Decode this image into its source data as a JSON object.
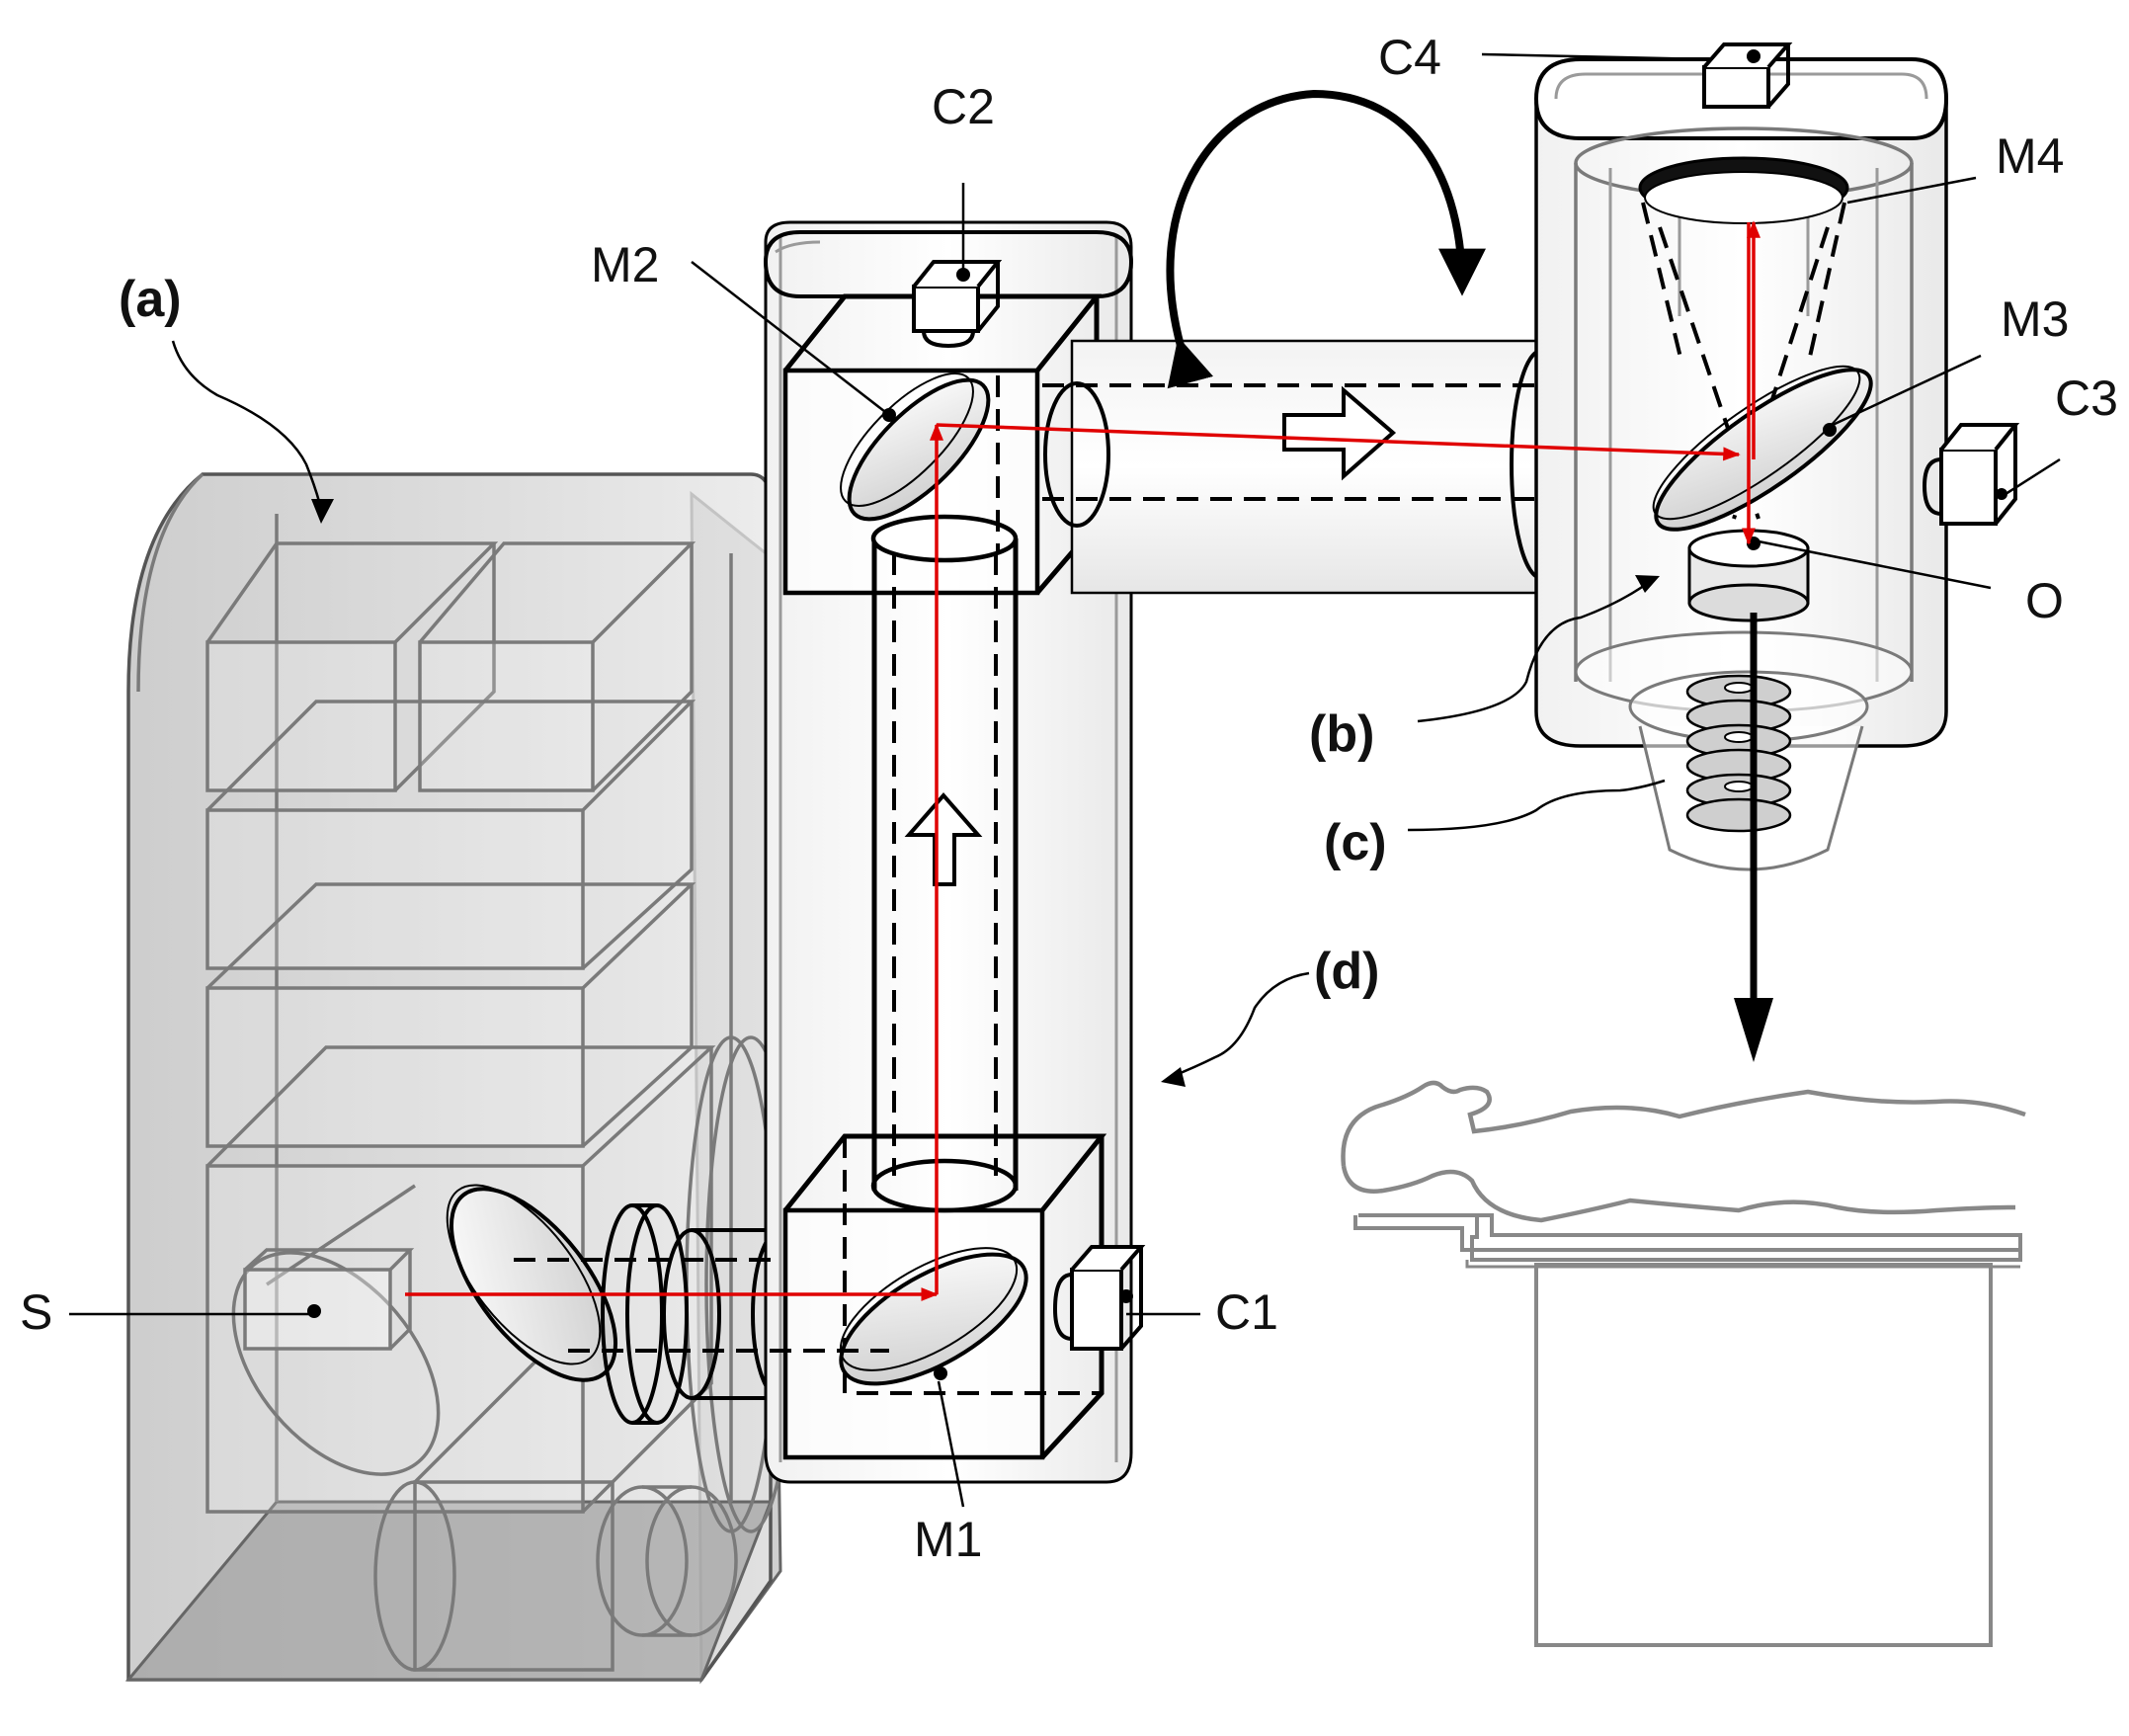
{
  "labels": {
    "a": "(a)",
    "b": "(b)",
    "c": "(c)",
    "d": "(d)",
    "s": "S",
    "m1": "M1",
    "m2": "M2",
    "m3": "M3",
    "m4": "M4",
    "c1": "C1",
    "c2": "C2",
    "c3": "C3",
    "c4": "C4",
    "o": "O"
  },
  "colors": {
    "beam": "#e00000",
    "outline": "#000000",
    "housing": "#7a7a7a",
    "housing_fill": "#c8c8c8"
  }
}
